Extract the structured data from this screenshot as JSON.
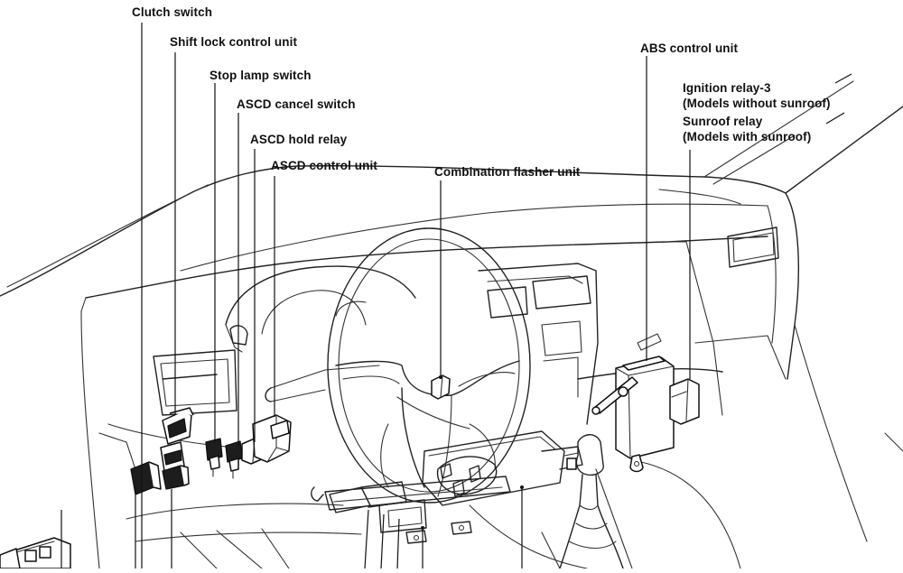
{
  "labels": {
    "clutch_switch": "Clutch switch",
    "shift_lock_control_unit": "Shift lock control unit",
    "stop_lamp_switch": "Stop lamp switch",
    "ascd_cancel_switch": "ASCD cancel switch",
    "ascd_hold_relay": "ASCD hold relay",
    "ascd_control_unit": "ASCD control unit",
    "combination_flasher_unit": "Combination flasher unit",
    "abs_control_unit": "ABS control unit",
    "ignition_relay_3": "Ignition relay-3",
    "models_without_sunroof": "(Models without sunroof)",
    "sunroof_relay": "Sunroof relay",
    "models_with_sunroof": "(Models with sunroof)"
  }
}
